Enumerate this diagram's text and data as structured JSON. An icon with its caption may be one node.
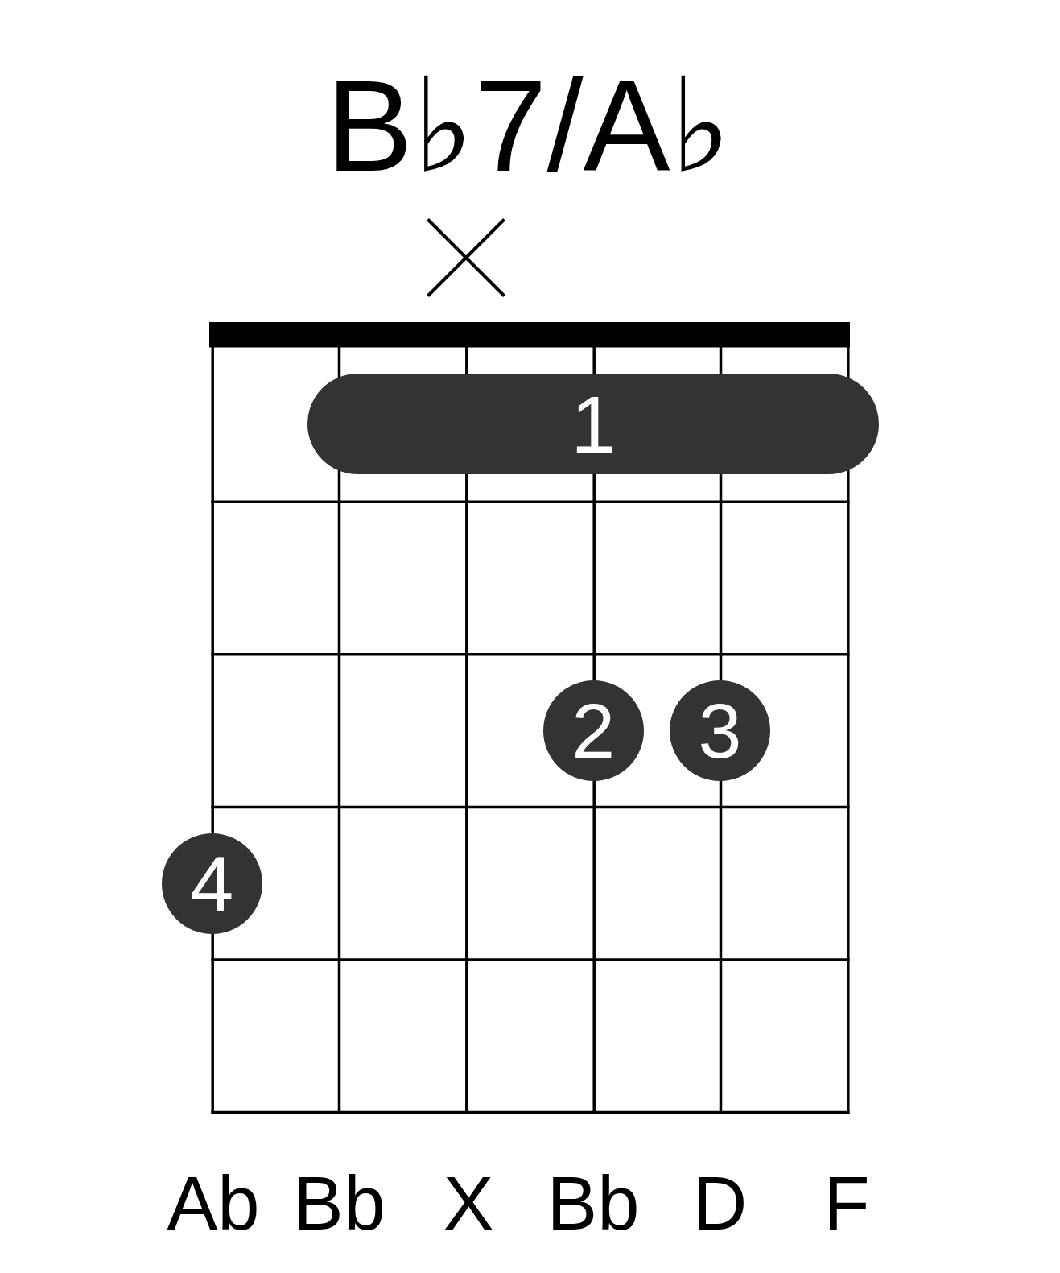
{
  "diagram": {
    "title": "B♭7/A♭",
    "nodes": [
      {
        "text": [
          "1"
        ]
      },
      {
        "text": [
          "2"
        ]
      },
      {
        "text": [
          "3"
        ]
      },
      {
        "text": [
          "4"
        ]
      }
    ],
    "labels": [
      "Ab",
      "Bb",
      "X",
      "Bb",
      "D",
      "F"
    ]
  }
}
